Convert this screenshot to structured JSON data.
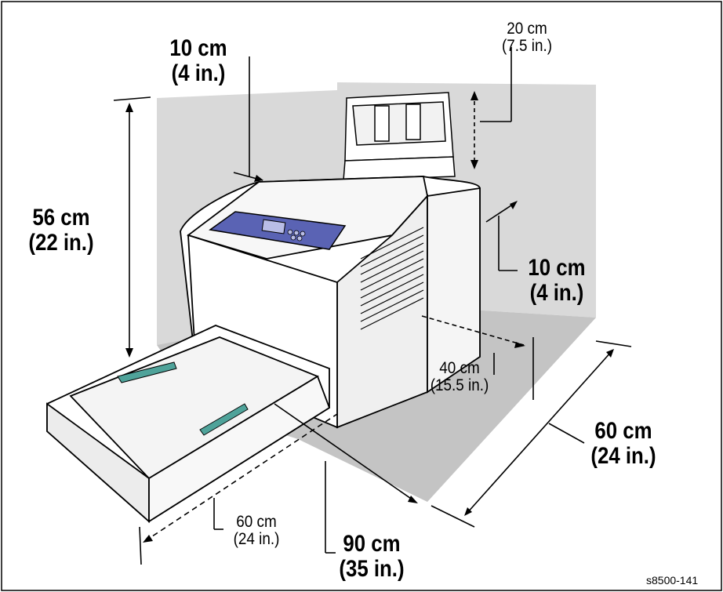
{
  "figure_code": "s8500-141",
  "labels": {
    "top_side": {
      "metric": "10 cm",
      "imperial": "(4 in.)"
    },
    "top_rear": {
      "metric": "20 cm",
      "imperial": "(7.5 in.)"
    },
    "height": {
      "metric": "56 cm",
      "imperial": "(22 in.)"
    },
    "right_side": {
      "metric": "10 cm",
      "imperial": "(4 in.)"
    },
    "rear_depth": {
      "metric": "40 cm",
      "imperial": "(15.5 in.)"
    },
    "right_width": {
      "metric": "60 cm",
      "imperial": "(24 in.)"
    },
    "front_tray": {
      "metric": "60 cm",
      "imperial": "(24 in.)"
    },
    "total_depth": {
      "metric": "90 cm",
      "imperial": "(35 in.)"
    }
  },
  "colors": {
    "wall": "#d9d9d9",
    "floor": "#c4c4c4",
    "printer_body": "#ffffff",
    "control_panel": "#5a63b4",
    "tray_handle": "#4fa39a",
    "outline": "#000000"
  }
}
